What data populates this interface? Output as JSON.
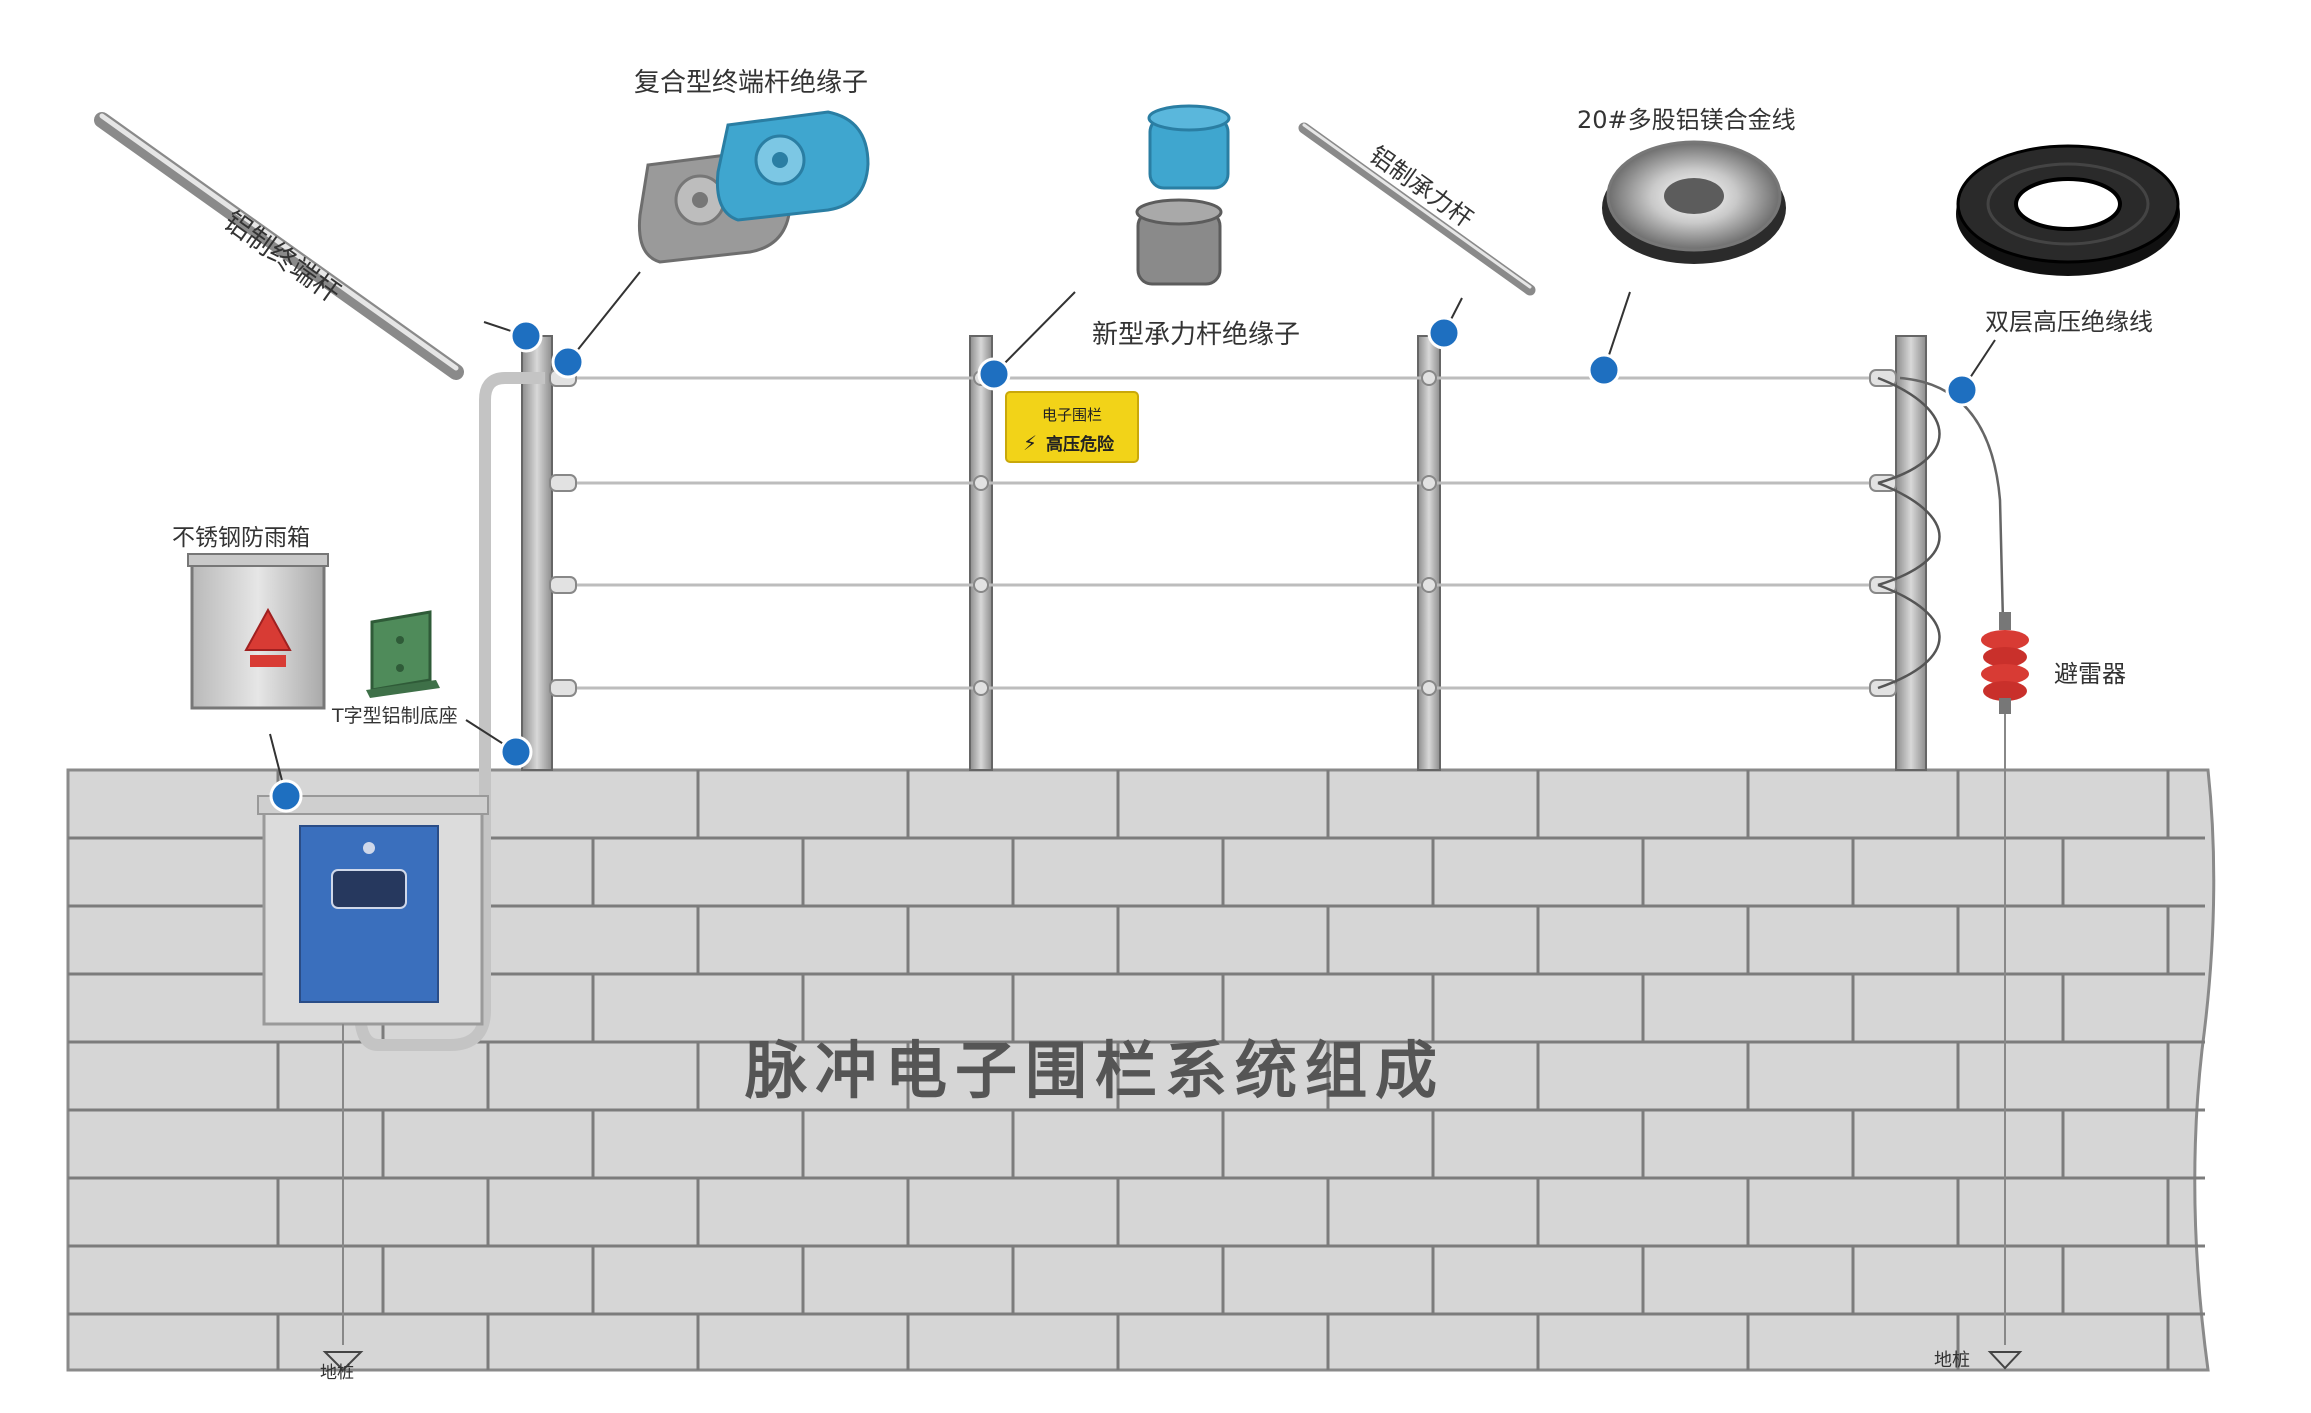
{
  "title": "脉冲电子围栏系统组成",
  "components": {
    "terminal_pole": "铝制终端杆",
    "terminal_insulator": "复合型终端杆绝缘子",
    "support_insulator": "新型承力杆绝缘子",
    "support_pole": "铝制承力杆",
    "alloy_wire": "20#多股铝镁合金线",
    "hv_cable": "双层高压绝缘线",
    "rain_box": "不锈钢防雨箱",
    "t_base": "T字型铝制底座",
    "lightning_arrester": "避雷器",
    "ground_left": "地桩",
    "ground_right": "地桩"
  },
  "sign": {
    "line1": "电子围栏",
    "line2": "高压危险"
  },
  "colors": {
    "marker": "#1e6fc0",
    "sign": "#f2d318",
    "wall": "#d5d5d5",
    "arrester": "#d83b34",
    "controller": "#3a6fbd"
  }
}
